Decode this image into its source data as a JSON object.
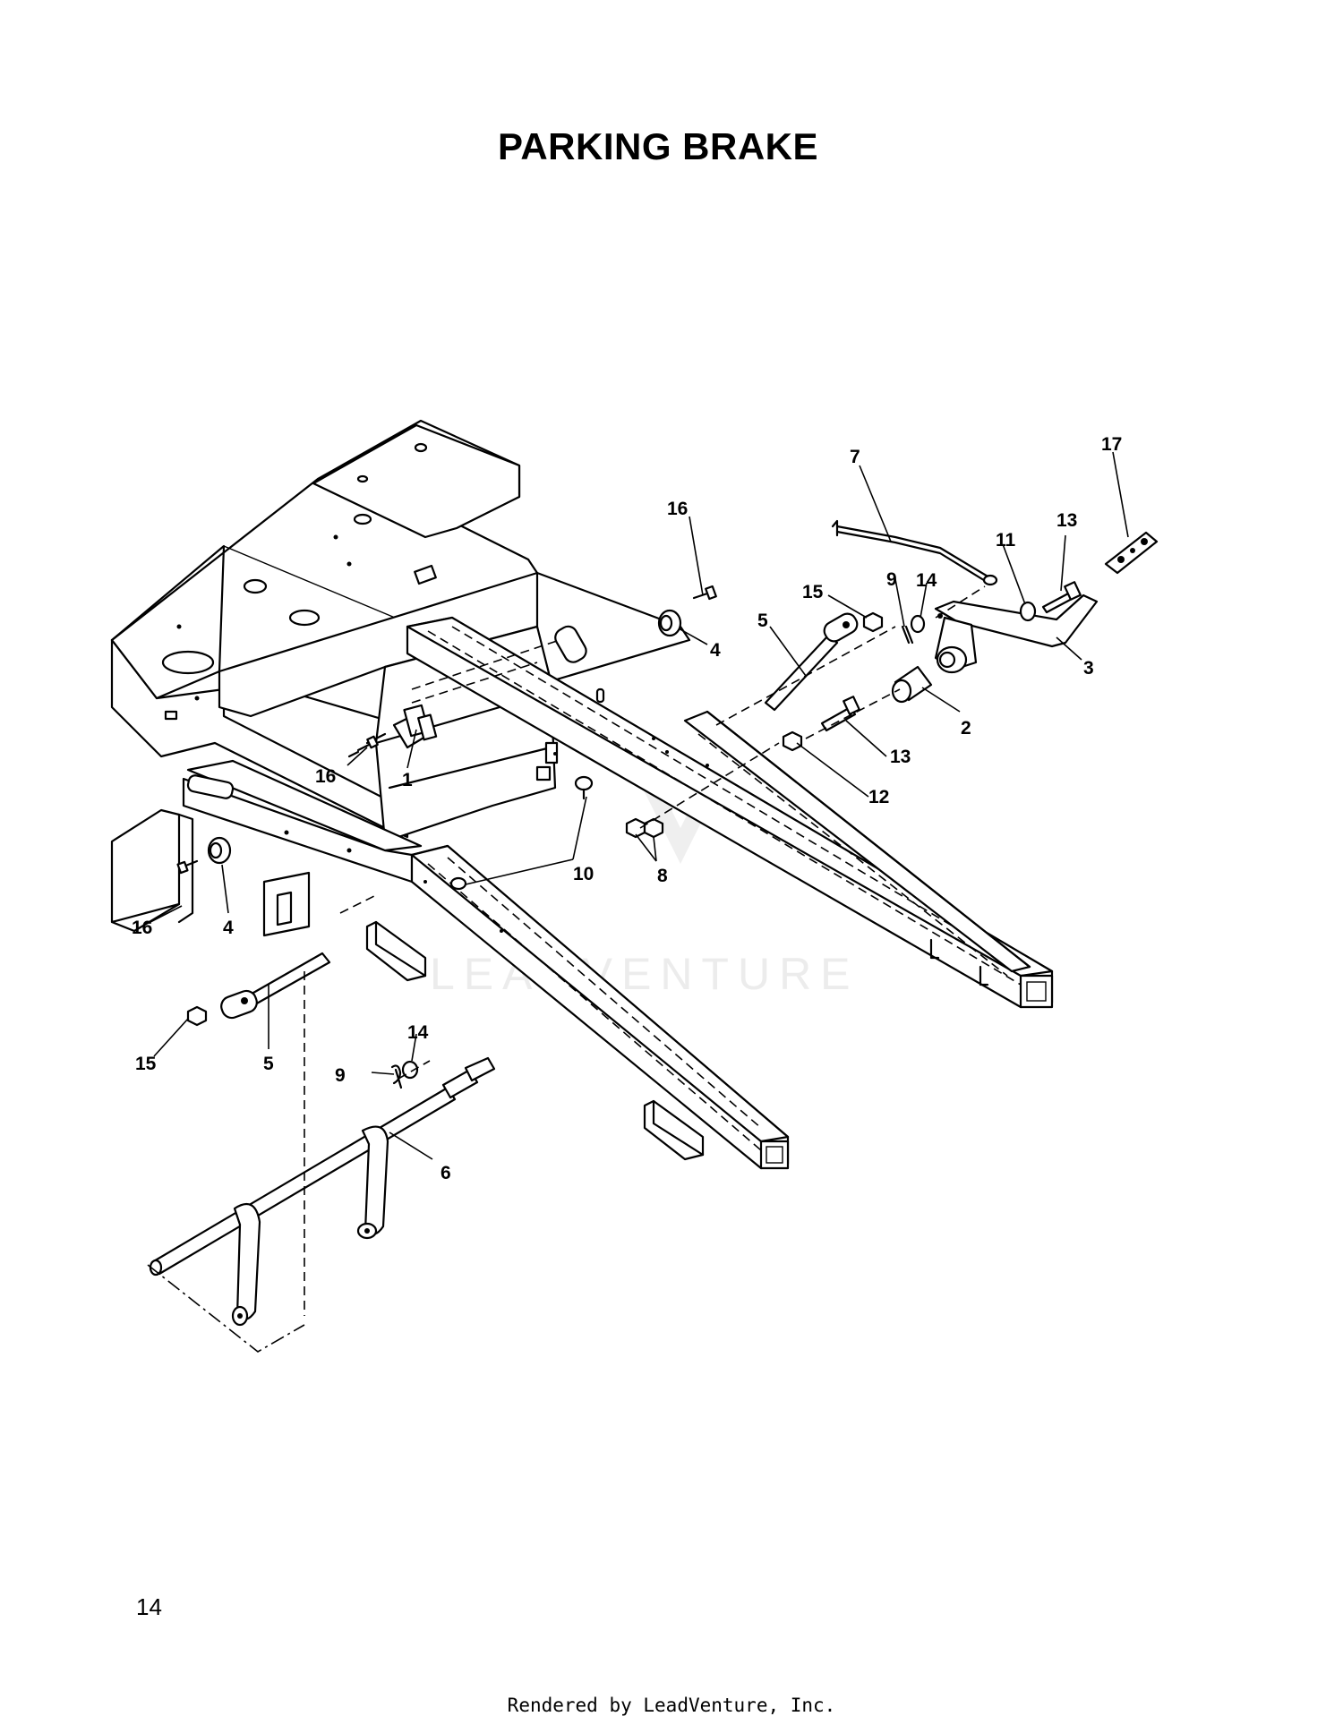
{
  "title": "PARKING BRAKE",
  "page_number": "14",
  "footer": "Rendered by LeadVenture, Inc.",
  "watermark": "LEADVENTURE",
  "callouts": {
    "c1": "1",
    "c2": "2",
    "c3": "3",
    "c4a": "4",
    "c4b": "4",
    "c5a": "5",
    "c5b": "5",
    "c6": "6",
    "c7": "7",
    "c8": "8",
    "c9a": "9",
    "c9b": "9",
    "c10": "10",
    "c11": "11",
    "c12": "12",
    "c13a": "13",
    "c13b": "13",
    "c14a": "14",
    "c14b": "14",
    "c15a": "15",
    "c15b": "15",
    "c16a": "16",
    "c16b": "16",
    "c16c": "16",
    "c17": "17"
  }
}
